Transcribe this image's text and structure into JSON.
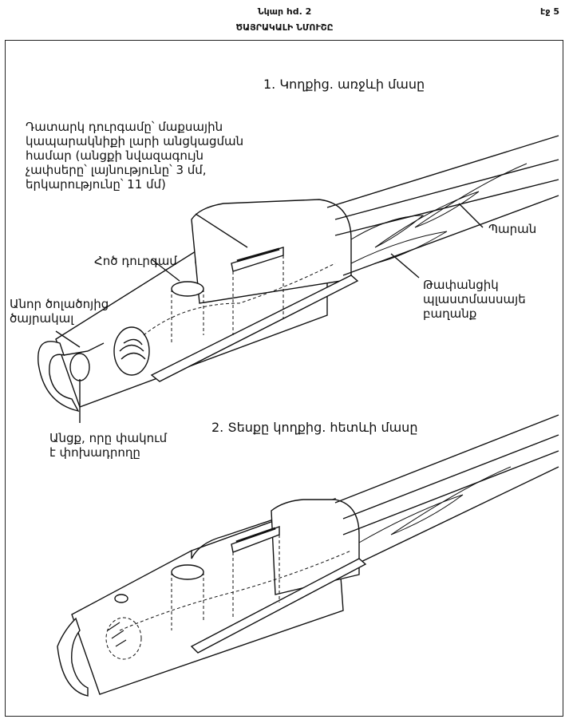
{
  "header": {
    "figure_caption": "Նկար hd. 2",
    "title": "ԾԱՅՐԱԿԱԼԻ ՆՄՈՒՇԸ",
    "page": "էջ 5"
  },
  "figure1": {
    "title": "1. Կողքից. առջևի մասը",
    "labels": {
      "slot": "Դատարկ դուրգամը՝ մաքսային\nկապարակնիքի լարի անցկացման\nհամար (անցքի նվազագույն\nչափսերը՝ լայնությունը՝ 3 մմ,\nերկարությունը՝ 11 մմ)",
      "weld": "Հոծ դուրգամ",
      "tube": "Անոր ծոլածոյից\nծայրակալ",
      "cable": "Պարան",
      "sheath": "Թափանցիկ\nպլաստմասսայե\nբաղանք",
      "hole": "Անցք, որը փակում\nէ փոխադրողը"
    }
  },
  "figure2": {
    "title": "2. Տեսքը կողքից. հետևի մասը"
  }
}
